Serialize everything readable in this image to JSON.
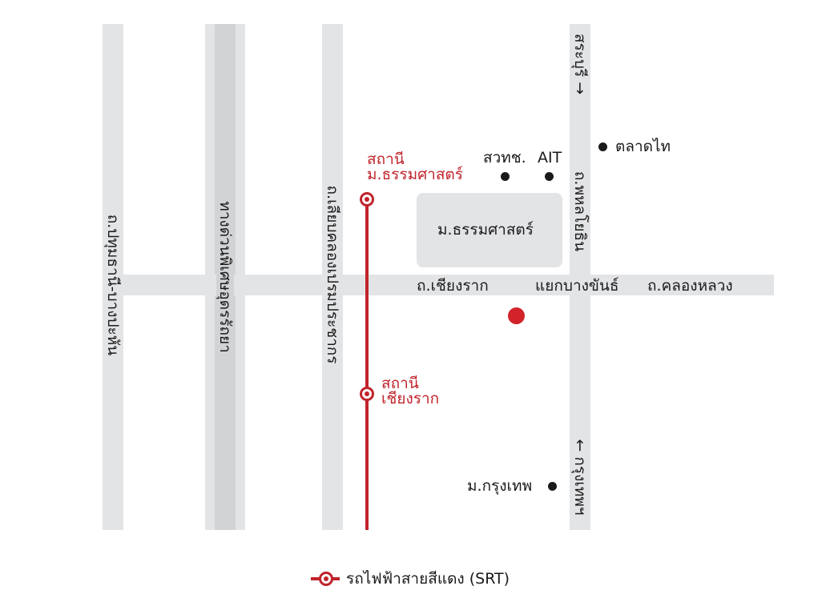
{
  "roads": {
    "pathum_thani_bang_pahan": "ถ.ปทุมธานี-บางปะหัน",
    "uttaraphimuk_expressway": "ทางด่วนพิเศษอุดรรัถยา",
    "liap_khlong_prem_prachakon": "ถ.เลียบคลองเปรมประชากร",
    "chiang_rak": "ถ.เชียงราก",
    "phahon_yothin": "ถ.พหลโยธิน",
    "khlong_luang": "ถ.คลองหลวง"
  },
  "directions": {
    "saraburi": "สระบุรี →",
    "bangkok": "← กรุงเทพฯ"
  },
  "places": {
    "thammasat_block": "ม.ธรรมศาสตร์",
    "bang_khan_intersection": "แยกบางขันธ์",
    "tistr": "สวทช.",
    "ait": "AIT",
    "talat_thai": "ตลาดไท",
    "bangkok_university": "ม.กรุงเทพ"
  },
  "stations": {
    "thammasat": "สถานี\nม.ธรรมศาสตร์",
    "chiang_rak": "สถานี\nเชียงราก"
  },
  "legend": {
    "label": "รถไฟฟ้าสายสีแดง (SRT)",
    "color": "#c0242b"
  },
  "colors": {
    "road": "#e3e4e6",
    "expressway_center": "#d2d3d5",
    "rail": "#c0242b",
    "highlight_dot": "#d2232a"
  }
}
